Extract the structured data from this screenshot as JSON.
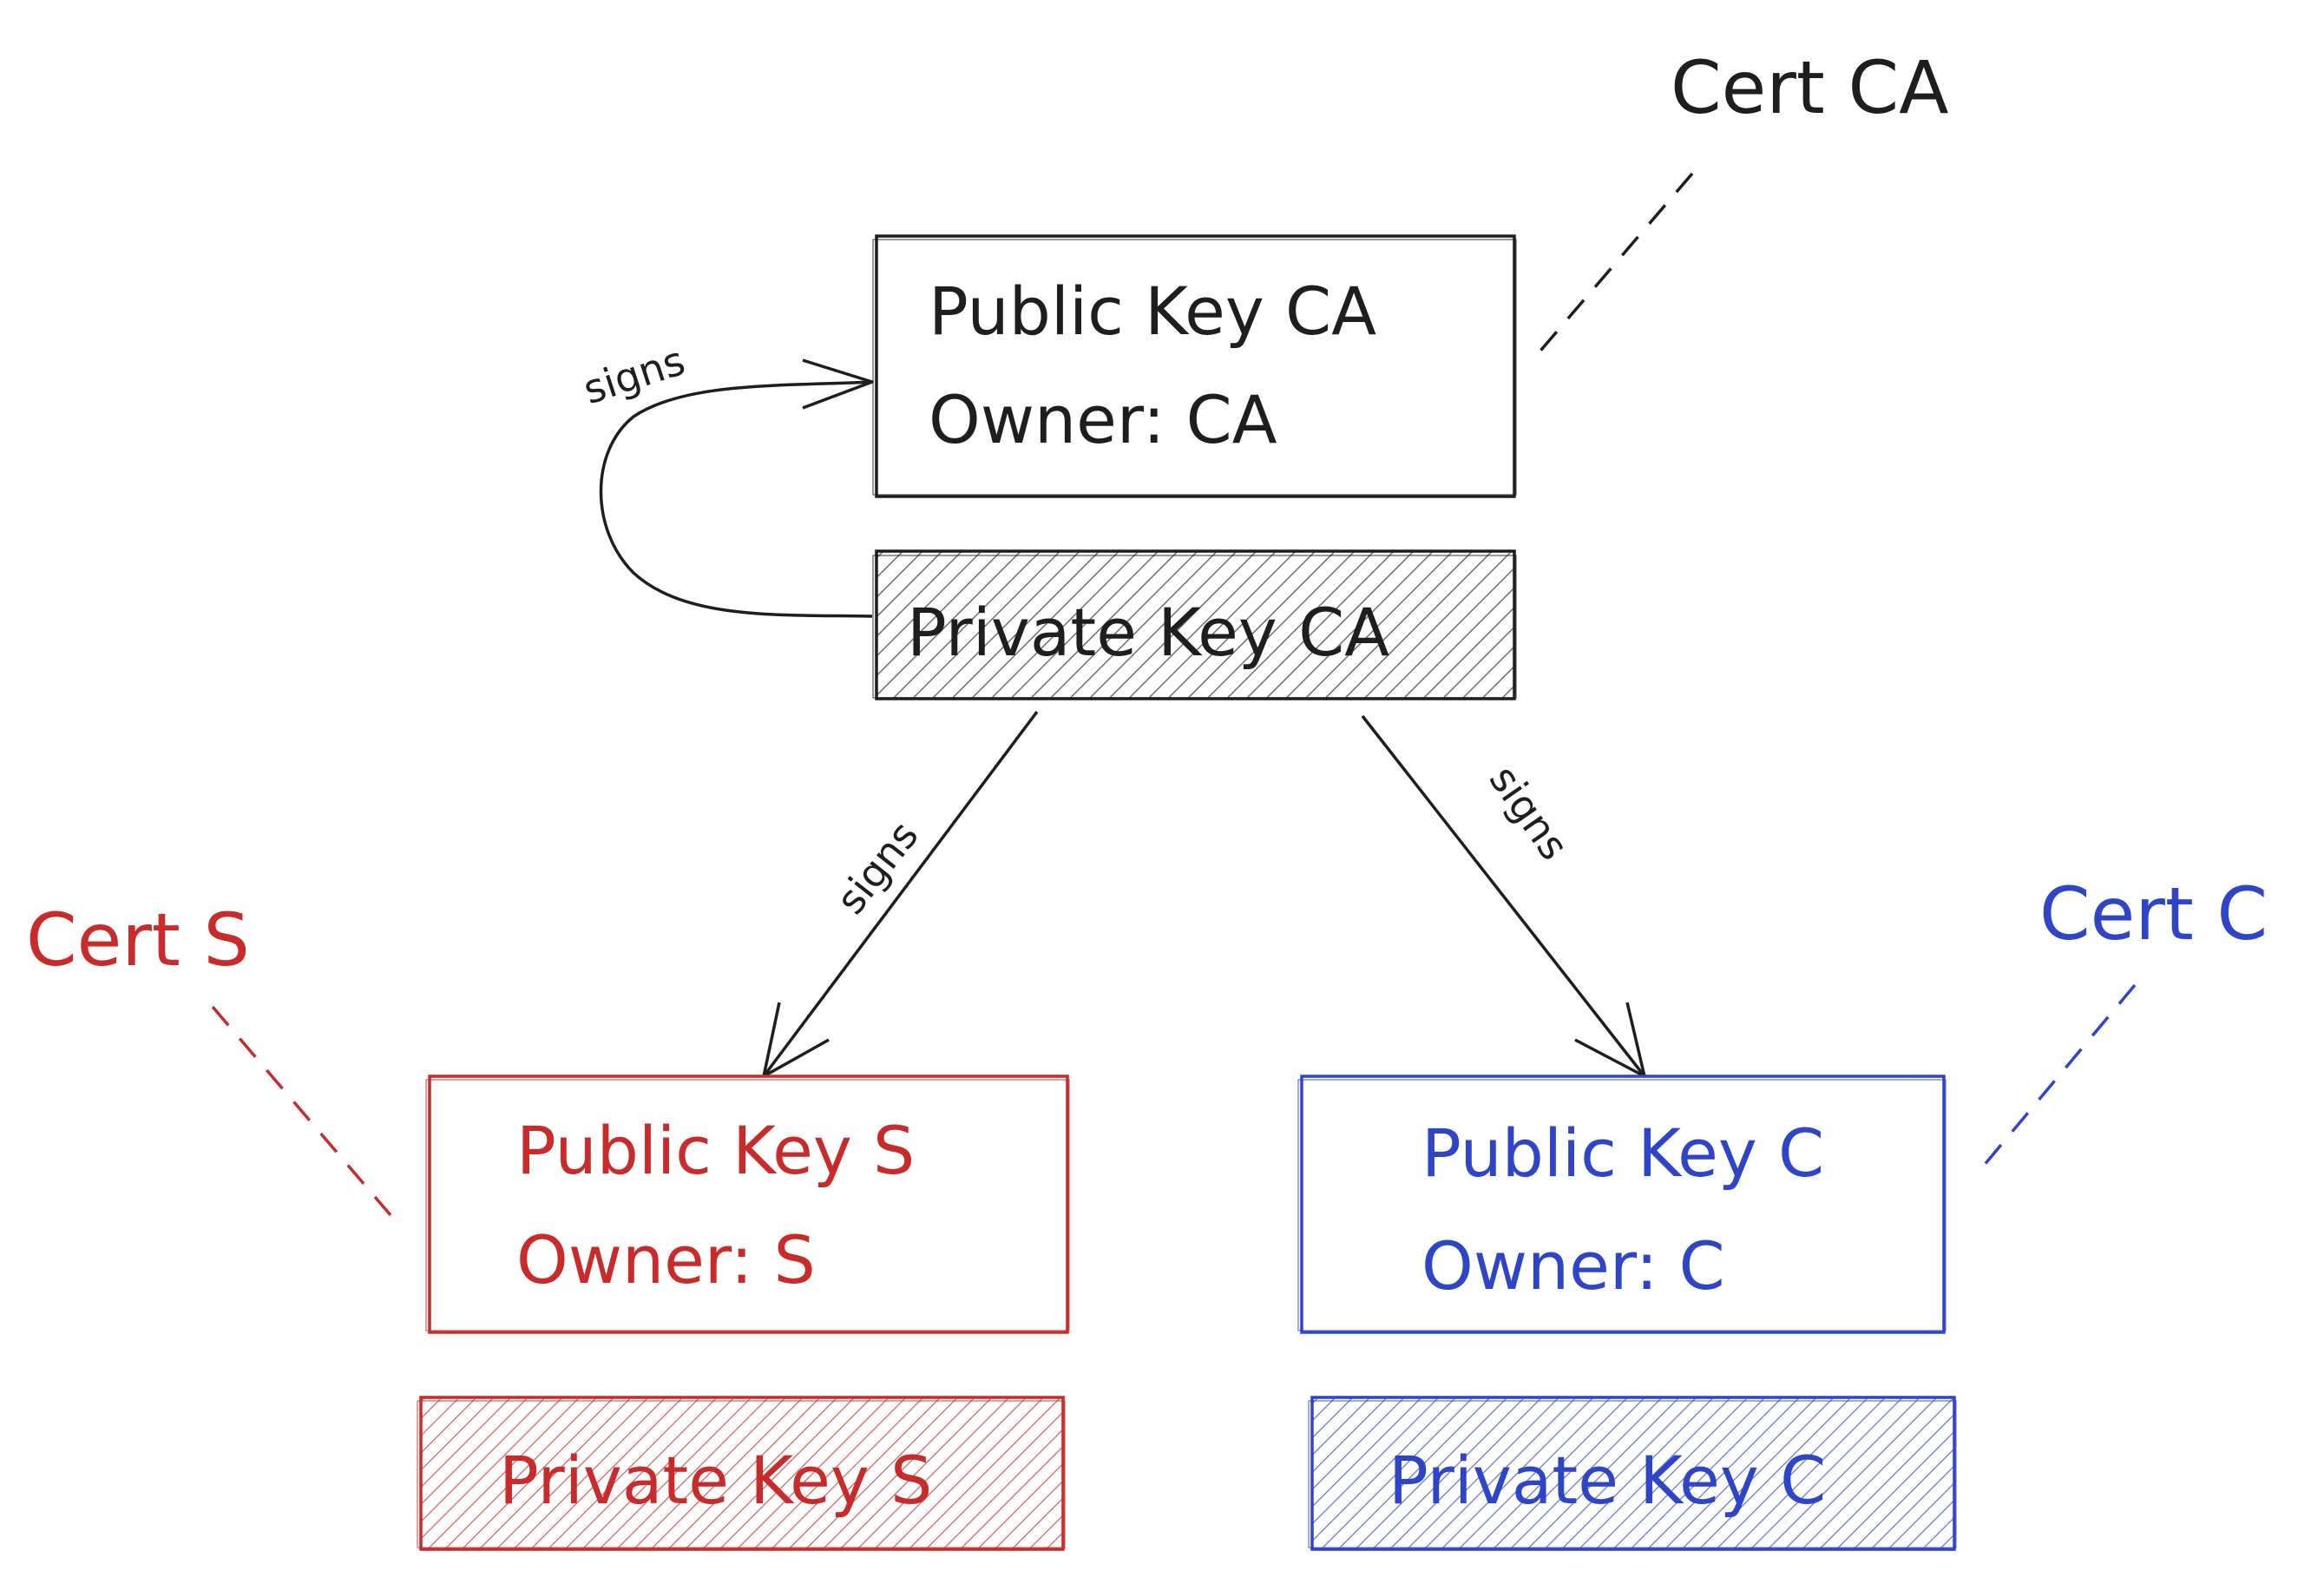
{
  "colors": {
    "black": "#1e1e1e",
    "red": "#c92a2a",
    "blue": "#2f45c8",
    "hatch_gray": "#8a8a8a",
    "background": "#ffffff"
  },
  "ca": {
    "cert_label": "Cert CA",
    "public_key": "Public Key CA",
    "owner": "Owner: CA",
    "private_key": "Private Key CA"
  },
  "server": {
    "cert_label": "Cert S",
    "public_key": "Public Key S",
    "owner": "Owner: S",
    "private_key": "Private Key S"
  },
  "client": {
    "cert_label": "Cert C",
    "public_key": "Public Key C",
    "owner": "Owner: C",
    "private_key": "Private Key C"
  },
  "arrows": {
    "self_sign": "signs",
    "sign_server": "signs",
    "sign_client": "signs"
  }
}
